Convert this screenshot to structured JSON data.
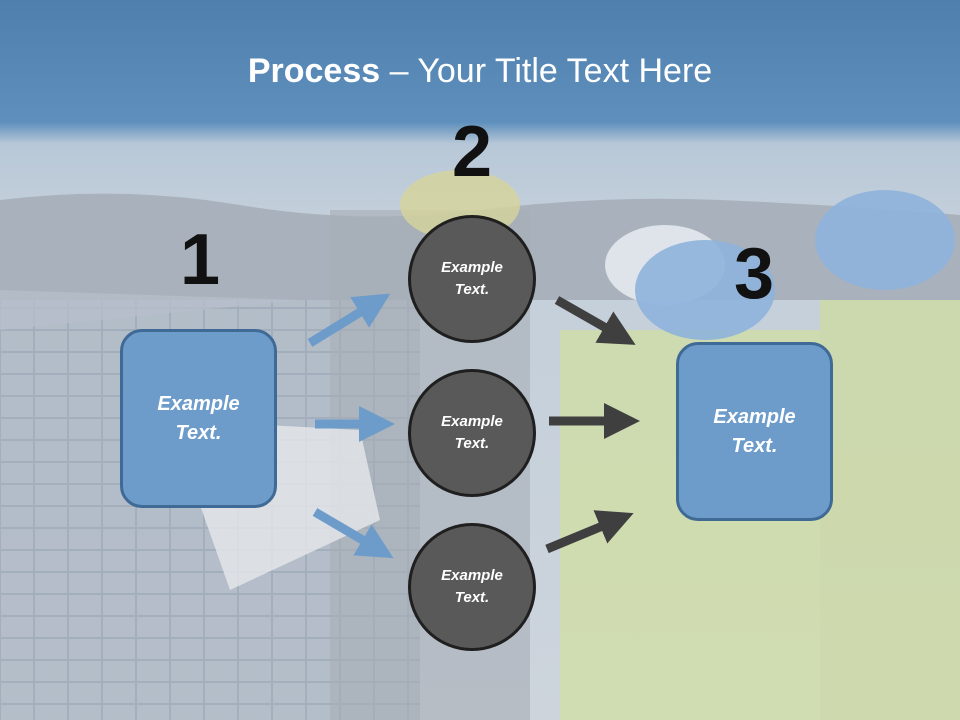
{
  "title": {
    "bold": "Process",
    "rest": " – Your Title Text Here"
  },
  "steps": {
    "one": "1",
    "two": "2",
    "three": "3"
  },
  "left_box": "Example\nText.",
  "right_box": "Example\nText.",
  "circles": [
    "Example\nText.",
    "Example\nText.",
    "Example\nText."
  ],
  "colors": {
    "box_fill": "#6d9ccb",
    "box_border": "#3f6a96",
    "circle_fill": "#595959",
    "blue_arrow": "#6d9ccb",
    "dark_arrow": "#3f3f3f"
  }
}
